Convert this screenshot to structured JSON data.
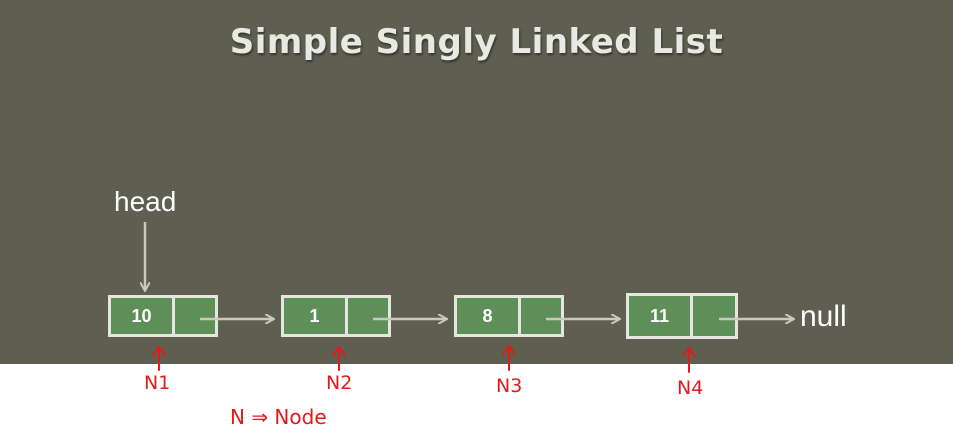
{
  "title": "Simple Singly Linked List",
  "head_label": "head",
  "null_label": "null",
  "nodes": [
    {
      "value": "10",
      "tag": "N1"
    },
    {
      "value": "1",
      "tag": "N2"
    },
    {
      "value": "8",
      "tag": "N3"
    },
    {
      "value": "11",
      "tag": "N4"
    }
  ],
  "legend": "N ⇒ Node",
  "colors": {
    "background": "#5e5f50",
    "node_fill": "#5f8f58",
    "node_border": "#e6e6e0",
    "arrow": "#c9c9c0",
    "annotation": "#e11b1b"
  }
}
